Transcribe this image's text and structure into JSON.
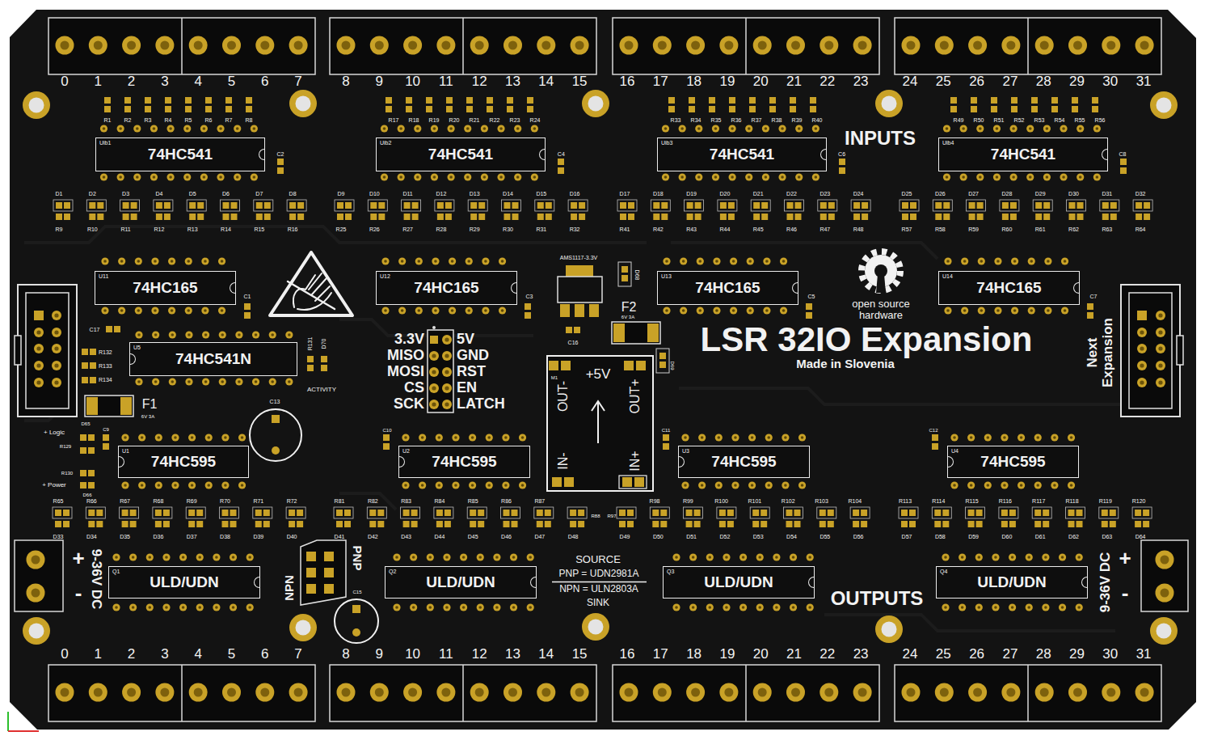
{
  "diagram": {
    "title": "LSR 32IO Expansion",
    "nodes": [
      {
        "text": [
          "Uib1",
          "74HC541"
        ]
      },
      {
        "text": [
          "Uib2",
          "74HC541"
        ]
      },
      {
        "text": [
          "Uib3",
          "74HC541"
        ]
      },
      {
        "text": [
          "Uib4",
          "74HC541"
        ]
      },
      {
        "text": [
          "U11",
          "74HC165"
        ]
      },
      {
        "text": [
          "U12",
          "74HC165"
        ]
      },
      {
        "text": [
          "U13",
          "74HC165"
        ]
      },
      {
        "text": [
          "U14",
          "74HC165"
        ]
      },
      {
        "text": [
          "U5",
          "74HC541N"
        ]
      },
      {
        "text": [
          "U1",
          "74HC595"
        ]
      },
      {
        "text": [
          "U2",
          "74HC595"
        ]
      },
      {
        "text": [
          "U3",
          "74HC595"
        ]
      },
      {
        "text": [
          "U4",
          "74HC595"
        ]
      },
      {
        "text": [
          "Q1",
          "ULD/UDN"
        ]
      },
      {
        "text": [
          "Q2",
          "ULD/UDN"
        ]
      },
      {
        "text": [
          "Q3",
          "ULD/UDN"
        ]
      },
      {
        "text": [
          "Q4",
          "ULD/UDN"
        ]
      }
    ],
    "labels": [
      "0",
      "1",
      "2",
      "3",
      "4",
      "5",
      "6",
      "7",
      "8",
      "9",
      "10",
      "11",
      "12",
      "13",
      "14",
      "15",
      "16",
      "17",
      "18",
      "19",
      "20",
      "21",
      "22",
      "23",
      "24",
      "25",
      "26",
      "27",
      "28",
      "29",
      "30",
      "31",
      "R1",
      "R2",
      "R3",
      "R4",
      "R5",
      "R6",
      "R7",
      "R8",
      "R17",
      "R18",
      "R19",
      "R20",
      "R21",
      "R22",
      "R23",
      "R24",
      "R33",
      "R34",
      "R35",
      "R36",
      "R37",
      "R38",
      "R39",
      "R40",
      "R49",
      "R50",
      "R51",
      "R52",
      "R53",
      "R54",
      "R55",
      "R56",
      "C2",
      "C4",
      "C6",
      "C8",
      "INPUTS",
      "D1",
      "D2",
      "D3",
      "D4",
      "D5",
      "D6",
      "D7",
      "D8",
      "D9",
      "D10",
      "D11",
      "D12",
      "D13",
      "D14",
      "D15",
      "D16",
      "D17",
      "D18",
      "D19",
      "D20",
      "D21",
      "D22",
      "D23",
      "D24",
      "D25",
      "D26",
      "D27",
      "D28",
      "D29",
      "D30",
      "D31",
      "D32",
      "R9",
      "R10",
      "R11",
      "R12",
      "R13",
      "R14",
      "R15",
      "R16",
      "R25",
      "R26",
      "R27",
      "R28",
      "R29",
      "R30",
      "R31",
      "R32",
      "R41",
      "R42",
      "R43",
      "R44",
      "R45",
      "R46",
      "R47",
      "R48",
      "R57",
      "R58",
      "R59",
      "R60",
      "R61",
      "R62",
      "R63",
      "R64",
      "C1",
      "C3",
      "C5",
      "C7",
      "AMS1117-3.3V",
      "D68",
      "F2",
      "6V 3A",
      "C16",
      "M1",
      "+5V",
      "OUT-",
      "OUT+",
      "IN-",
      "IN+",
      "D69",
      "open source hardware",
      "Made in Slovenia",
      "Next Expansion",
      "C17",
      "R132",
      "R133",
      "R134",
      "R131",
      "D70",
      "ACTIVITY",
      "3.3V",
      "MISO",
      "MOSI",
      "CS",
      "SCK",
      "5V",
      "GND",
      "RST",
      "EN",
      "LATCH",
      "F1",
      "6V 3A",
      "C13",
      "+ Logic",
      "D65",
      "C9",
      "R129",
      "R130",
      "+ Power",
      "D66",
      "C10",
      "C11",
      "C12",
      "R65",
      "R66",
      "R67",
      "R68",
      "R69",
      "R70",
      "R71",
      "R72",
      "R81",
      "R82",
      "R83",
      "R84",
      "R85",
      "R86",
      "R87",
      "R88",
      "R97",
      "R98",
      "R99",
      "R100",
      "R101",
      "R102",
      "R103",
      "R104",
      "R113",
      "R114",
      "R115",
      "R116",
      "R117",
      "R118",
      "R119",
      "R120",
      "D33",
      "D34",
      "D35",
      "D36",
      "D37",
      "D38",
      "D39",
      "D40",
      "D41",
      "D42",
      "D43",
      "D44",
      "D45",
      "D46",
      "D47",
      "D48",
      "D49",
      "D50",
      "D51",
      "D52",
      "D53",
      "D54",
      "D55",
      "D56",
      "D57",
      "D58",
      "D59",
      "D60",
      "D61",
      "D62",
      "D63",
      "D64",
      "SOURCE",
      "PNP = UDN2981A",
      "NPN = ULN2803A",
      "SINK",
      "OUTPUTS",
      "+",
      "9-36V DC",
      "-",
      "9-36V DC",
      "+",
      "-",
      "PNP",
      "NPN",
      "C15",
      "0",
      "1",
      "2",
      "3",
      "4",
      "5",
      "6",
      "7",
      "8",
      "9",
      "10",
      "11",
      "12",
      "13",
      "14",
      "15",
      "16",
      "17",
      "18",
      "19",
      "20",
      "21",
      "22",
      "23",
      "24",
      "25",
      "26",
      "27",
      "28",
      "29",
      "30",
      "31"
    ]
  }
}
